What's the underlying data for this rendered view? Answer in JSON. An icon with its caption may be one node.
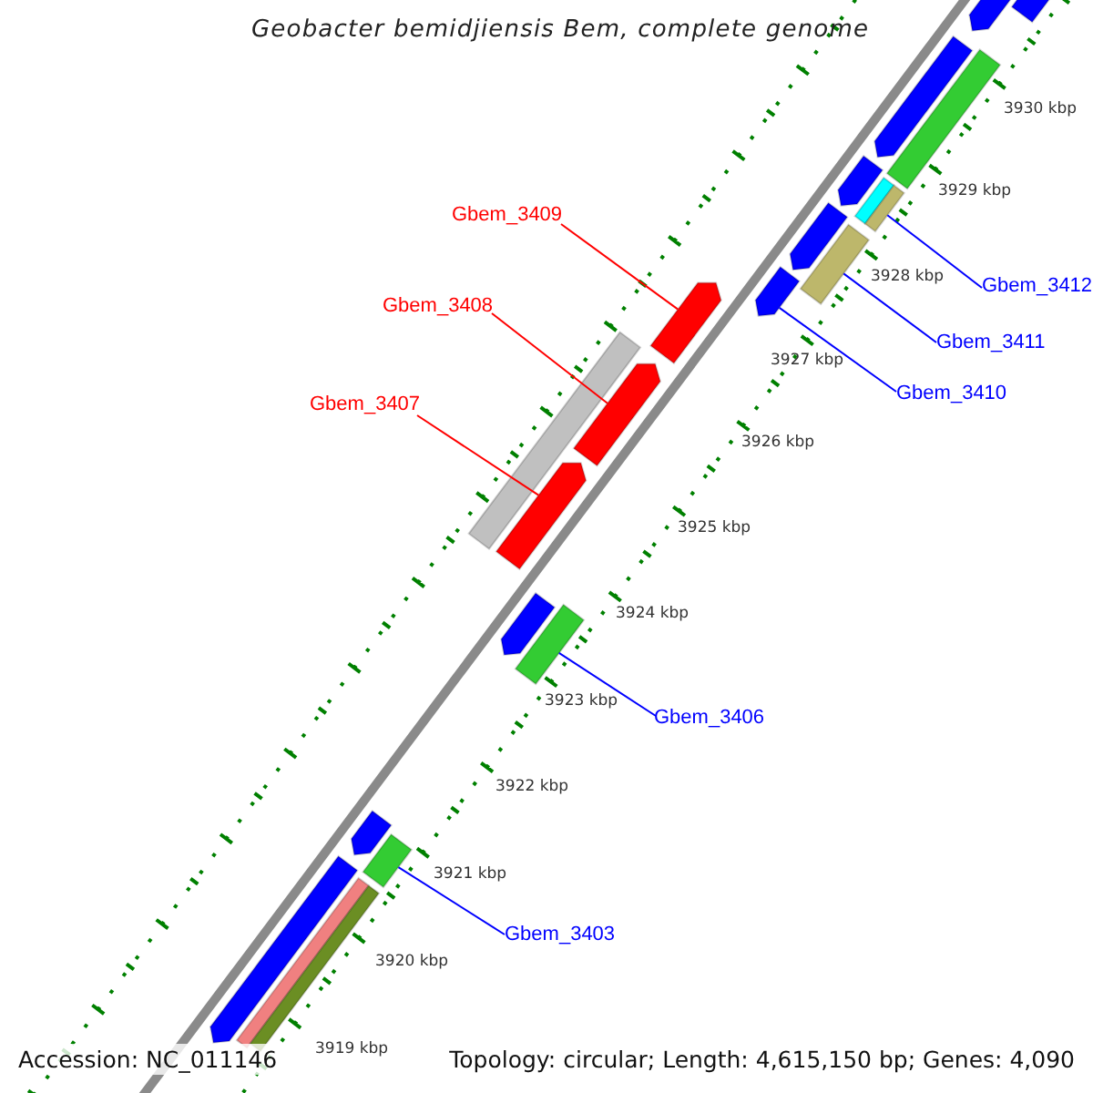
{
  "diagram": {
    "title": "Geobacter bemidjiensis Bem, complete genome",
    "nodes": [
      {
        "text": [
          "Gbem_3409"
        ]
      },
      {
        "text": [
          "Gbem_3408"
        ]
      },
      {
        "text": [
          "Gbem_3407"
        ]
      },
      {
        "text": [
          "Gbem_3412"
        ]
      },
      {
        "text": [
          "Gbem_3411"
        ]
      },
      {
        "text": [
          "Gbem_3410"
        ]
      },
      {
        "text": [
          "Gbem_3406"
        ]
      },
      {
        "text": [
          "Gbem_3403"
        ]
      },
      {
        "text": [],
        "shape": "pentagon"
      },
      {
        "text": [],
        "shape": "pentagon"
      },
      {
        "text": [],
        "shape": "pentagon"
      },
      {
        "text": [],
        "shape": "bar"
      },
      {
        "text": [],
        "shape": "pentagon"
      },
      {
        "text": [],
        "shape": "pentagon"
      },
      {
        "text": [],
        "shape": "pentagon"
      },
      {
        "text": [],
        "shape": "pentagon"
      },
      {
        "text": [],
        "shape": "pentagon"
      },
      {
        "text": [],
        "shape": "bar"
      },
      {
        "text": [],
        "shape": "bar"
      },
      {
        "text": [],
        "shape": "bar"
      },
      {
        "text": [],
        "shape": "bar"
      },
      {
        "text": [],
        "shape": "bar"
      },
      {
        "text": [],
        "shape": "pentagon"
      },
      {
        "text": [],
        "shape": "bar"
      },
      {
        "text": [],
        "shape": "pentagon"
      },
      {
        "text": [],
        "shape": "bar"
      },
      {
        "text": [],
        "shape": "pentagon"
      },
      {
        "text": [],
        "shape": "bar"
      },
      {
        "text": [],
        "shape": "bar"
      }
    ],
    "edges": [
      {
        "from": 0,
        "to": 10,
        "arrow": "none",
        "color": "#ff0000"
      },
      {
        "from": 1,
        "to": 9,
        "arrow": "none",
        "color": "#ff0000"
      },
      {
        "from": 2,
        "to": 8,
        "arrow": "none",
        "color": "#ff0000"
      },
      {
        "from": 3,
        "to": 20,
        "arrow": "none"
      },
      {
        "from": 4,
        "to": 21,
        "arrow": "none"
      },
      {
        "from": 5,
        "to": 12,
        "arrow": "none"
      },
      {
        "from": 6,
        "to": 23,
        "arrow": "none"
      },
      {
        "from": 7,
        "to": 25,
        "arrow": "none"
      }
    ],
    "labels": [
      "3930 kbp",
      "3929 kbp",
      "3928 kbp",
      "3927 kbp",
      "3926 kbp",
      "3925 kbp",
      "3924 kbp",
      "3923 kbp",
      "3922 kbp",
      "3921 kbp",
      "3920 kbp",
      "3919 kbp",
      "Accession: NC_011146",
      "Topology: circular; Length: 4,615,150 bp; Genes: 4,090"
    ]
  }
}
